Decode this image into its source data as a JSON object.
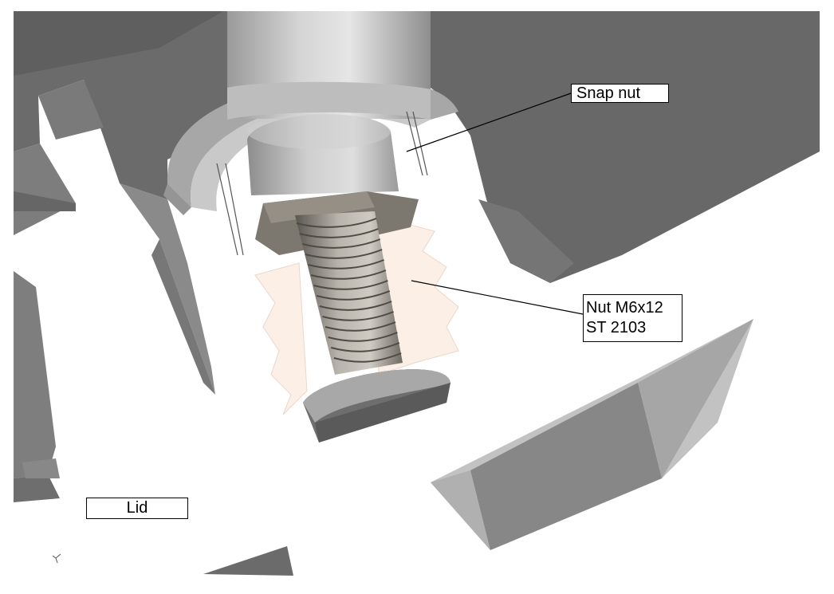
{
  "labels": {
    "snap_nut": "Snap nut",
    "nut_line1": "Nut M6x12",
    "nut_line2": "ST 2103",
    "lid": "Lid"
  },
  "colors": {
    "background": "#ffffff",
    "dark_part": "#6b6b6b",
    "mid_part": "#8a8a8a",
    "light_part": "#bdbdbd",
    "insert_section": "#fcefe6",
    "leader_line": "#000000"
  },
  "icons": {
    "coordinate_triad": "axis-triad-icon"
  }
}
